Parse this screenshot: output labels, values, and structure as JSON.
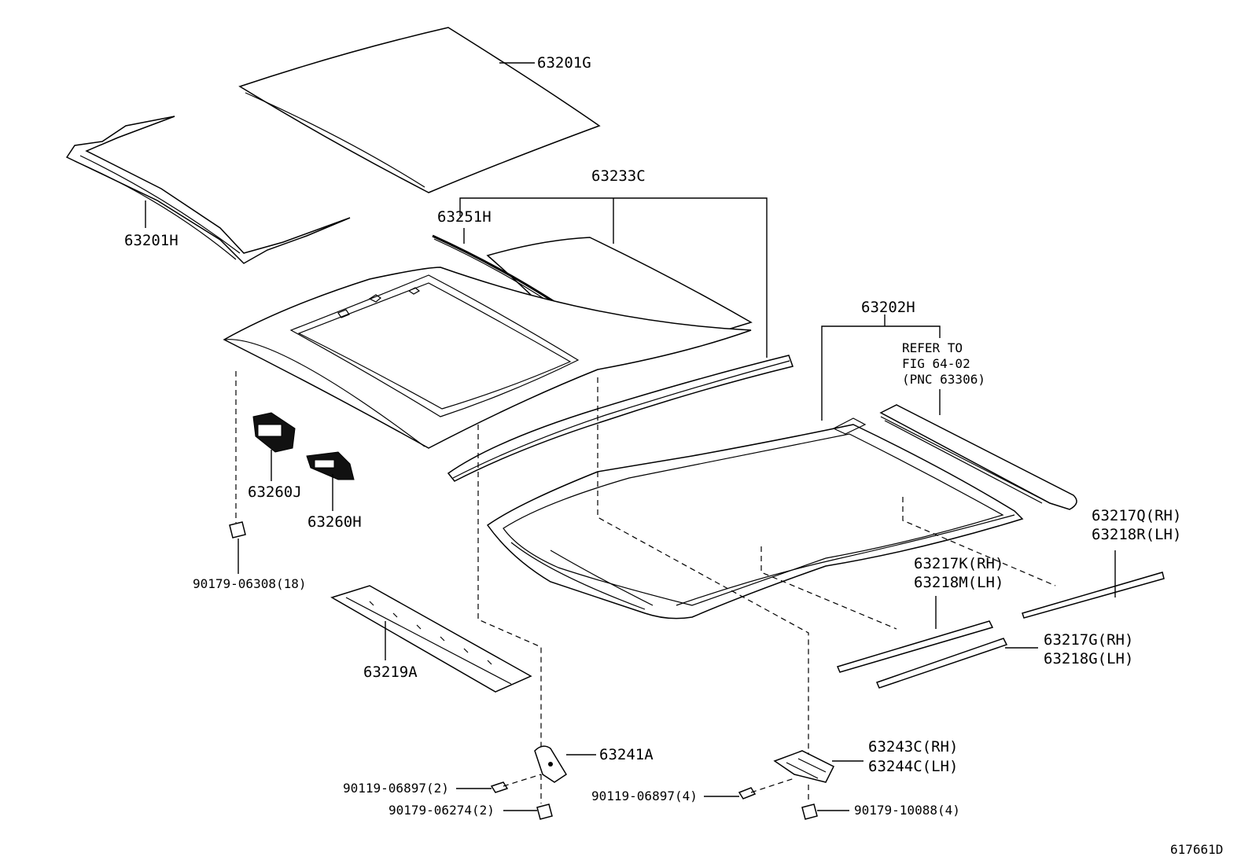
{
  "diagram_id": "617661D",
  "callouts": {
    "c63201G": "63201G",
    "c63201H": "63201H",
    "c63233C": "63233C",
    "c63251H": "63251H",
    "c63202H": "63202H",
    "refer_1": "REFER TO",
    "refer_2": "FIG 64-02",
    "refer_3": "(PNC 63306)",
    "c63260J": "63260J",
    "c63260H": "63260H",
    "c90179_06308": "90179-06308(18)",
    "c63217Q": "63217Q(RH)",
    "c63218R": "63218R(LH)",
    "c63217K": "63217K(RH)",
    "c63218M": "63218M(LH)",
    "c63217G": "63217G(RH)",
    "c63218G": "63218G(LH)",
    "c63219A": "63219A",
    "c63241A": "63241A",
    "c90119_06897_2": "90119-06897(2)",
    "c90179_06274": "90179-06274(2)",
    "c63243C": "63243C(RH)",
    "c63244C": "63244C(LH)",
    "c90119_06897_4": "90119-06897(4)",
    "c90179_10088": "90179-10088(4)"
  }
}
